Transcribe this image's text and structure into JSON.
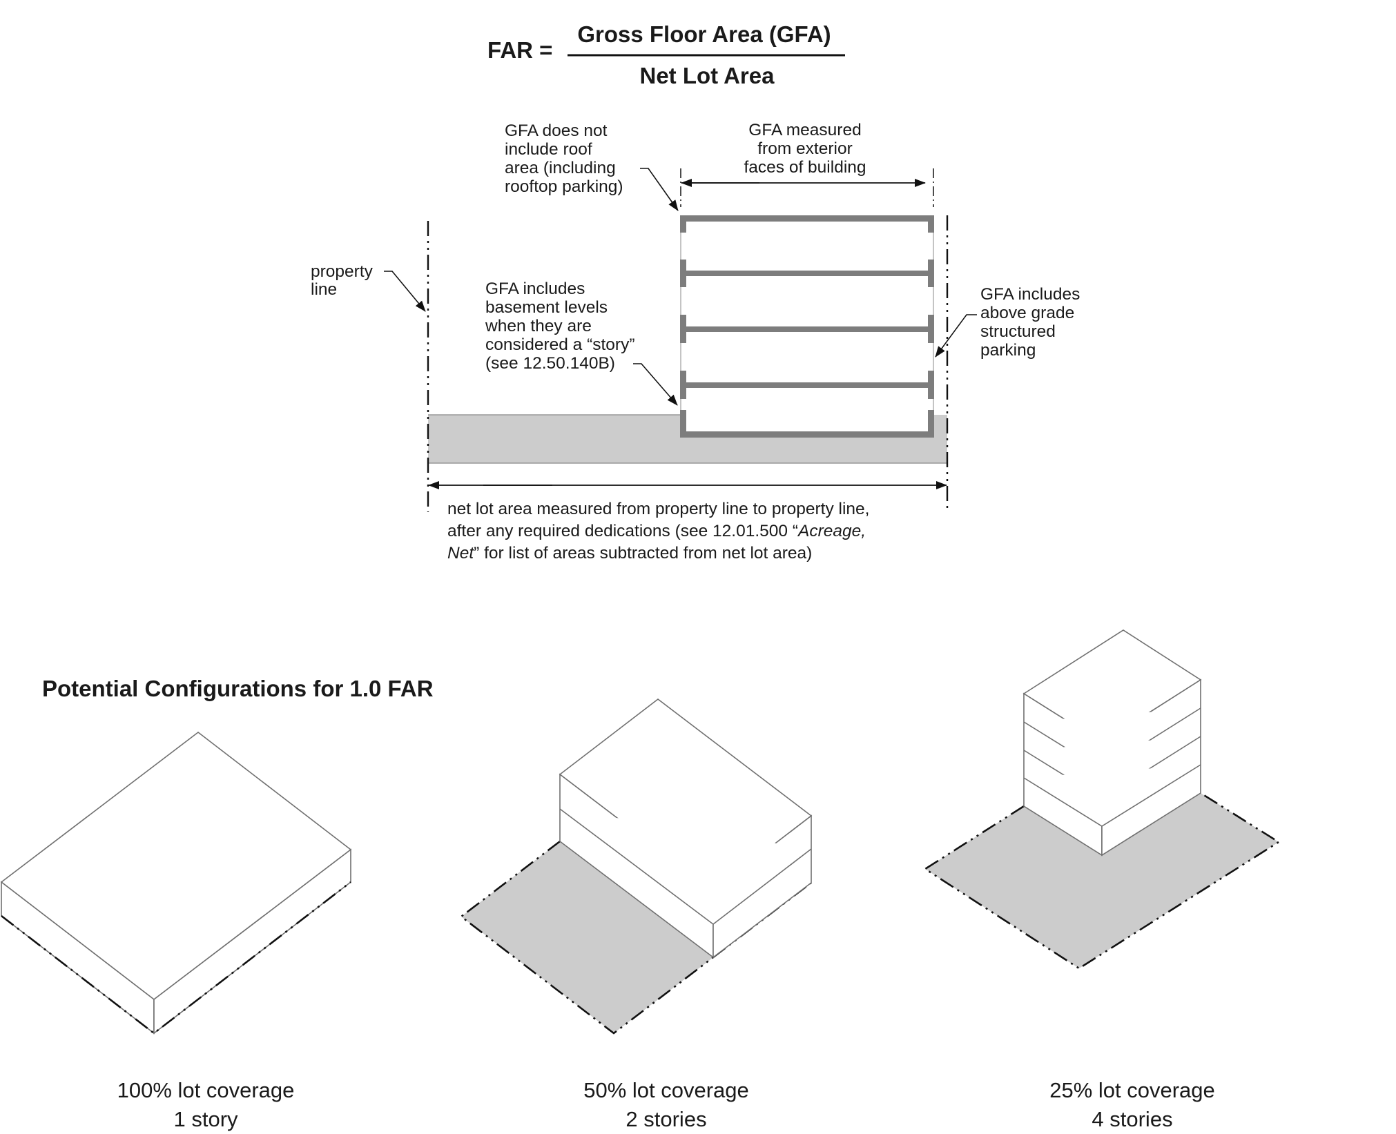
{
  "formula": {
    "lhs": "FAR =",
    "numerator": "Gross Floor Area (GFA)",
    "denominator": "Net Lot Area"
  },
  "section_diagram": {
    "annotations": {
      "roof": [
        "GFA does not",
        "include roof",
        "area (including",
        "rooftop parking)"
      ],
      "exterior": [
        "GFA measured",
        "from exterior",
        "faces of building"
      ],
      "property_line": [
        "property",
        "line"
      ],
      "basement": [
        "GFA includes",
        "basement levels",
        "when they are",
        "considered a “story”",
        "(see 12.50.140B)"
      ],
      "parking": [
        "GFA  includes",
        "above grade",
        "structured",
        "parking"
      ],
      "net_lot": {
        "line1": "net lot area measured from property line to property line,",
        "line2_pre": "after any required dedications (see 12.01.500 “",
        "line2_italic": "Acreage,",
        "line3_italic": "Net",
        "line3_post": "”  for list of areas subtracted from net lot area)"
      }
    },
    "stories_shown": 4,
    "basement_levels_shown": 1
  },
  "configurations": {
    "title": "Potential Configurations for 1.0 FAR",
    "items": [
      {
        "coverage": "100% lot coverage",
        "stories": "1 story",
        "coverage_fraction": 1.0,
        "story_count": 1
      },
      {
        "coverage": "50% lot coverage",
        "stories": "2 stories",
        "coverage_fraction": 0.5,
        "story_count": 2
      },
      {
        "coverage": "25% lot coverage",
        "stories": "4 stories",
        "coverage_fraction": 0.25,
        "story_count": 4
      }
    ]
  },
  "colors": {
    "ground_fill": "#cccccc",
    "slab_fill": "#7d7d7d",
    "text": "#1a1a1a",
    "edge": "#707070"
  }
}
